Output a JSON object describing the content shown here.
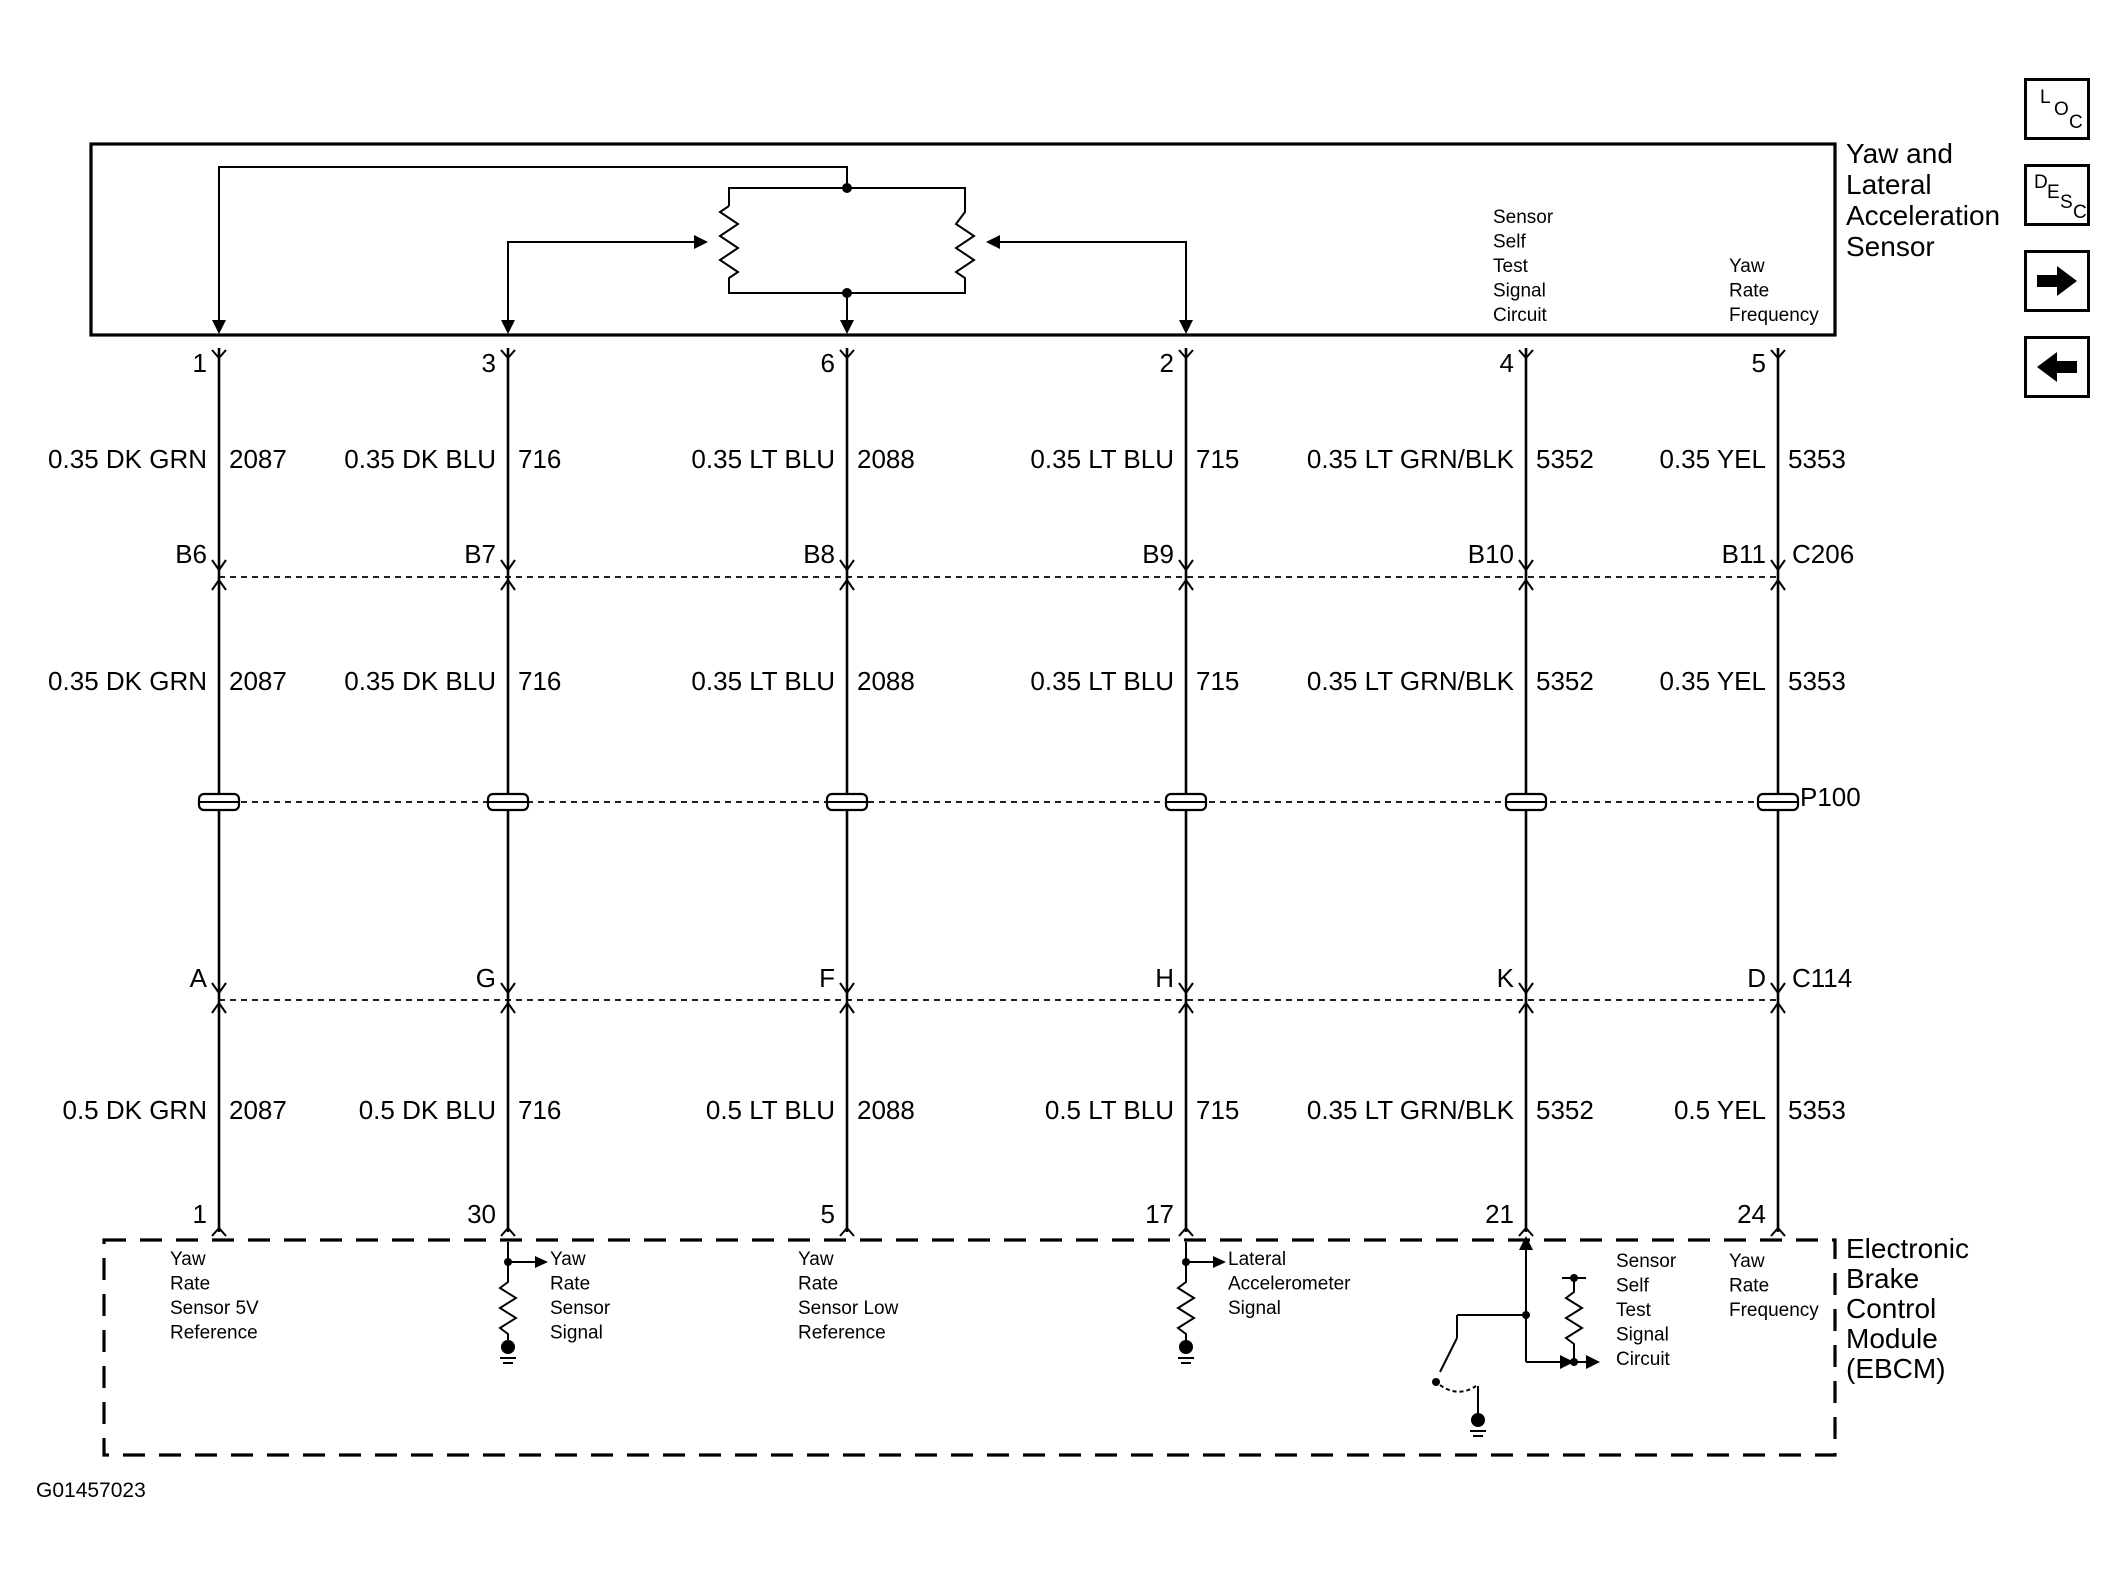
{
  "sensor": {
    "name_lines": [
      "Yaw and",
      "Lateral",
      "Acceleration",
      "Sensor"
    ],
    "self_test_lines": [
      "Sensor",
      "Self",
      "Test",
      "Signal",
      "Circuit"
    ],
    "yaw_freq_lines": [
      "Yaw",
      "Rate",
      "Frequency"
    ]
  },
  "module": {
    "name_lines": [
      "Electronic",
      "Brake",
      "Control",
      "Module",
      "(EBCM)"
    ],
    "labels": [
      [
        "Yaw",
        "Rate",
        "Sensor 5V",
        "Reference"
      ],
      [
        "Yaw",
        "Rate",
        "Sensor",
        "Signal"
      ],
      [
        "Yaw",
        "Rate",
        "Sensor Low",
        "Reference"
      ],
      [
        "Lateral",
        "Accelerometer",
        "Signal"
      ],
      [
        "Sensor",
        "Self",
        "Test",
        "Signal",
        "Circuit"
      ],
      [
        "Yaw",
        "Rate",
        "Frequency"
      ]
    ]
  },
  "circuits": [
    {
      "sensor_pin": "1",
      "seg1": "0.35 DK GRN",
      "c206_pin": "B6",
      "seg2": "0.35 DK GRN",
      "c114_pin": "A",
      "seg3": "0.5 DK GRN",
      "circuit": "2087",
      "ebcm_pin": "1"
    },
    {
      "sensor_pin": "3",
      "seg1": "0.35 DK BLU",
      "c206_pin": "B7",
      "seg2": "0.35 DK BLU",
      "c114_pin": "G",
      "seg3": "0.5 DK BLU",
      "circuit": "716",
      "ebcm_pin": "30"
    },
    {
      "sensor_pin": "6",
      "seg1": "0.35 LT BLU",
      "c206_pin": "B8",
      "seg2": "0.35 LT BLU",
      "c114_pin": "F",
      "seg3": "0.5 LT BLU",
      "circuit": "2088",
      "ebcm_pin": "5"
    },
    {
      "sensor_pin": "2",
      "seg1": "0.35 LT BLU",
      "c206_pin": "B9",
      "seg2": "0.35 LT BLU",
      "c114_pin": "H",
      "seg3": "0.5 LT BLU",
      "circuit": "715",
      "ebcm_pin": "17"
    },
    {
      "sensor_pin": "4",
      "seg1": "0.35 LT GRN/BLK",
      "c206_pin": "B10",
      "seg2": "0.35 LT GRN/BLK",
      "c114_pin": "K",
      "seg3": "0.35 LT GRN/BLK",
      "circuit": "5352",
      "ebcm_pin": "21"
    },
    {
      "sensor_pin": "5",
      "seg1": "0.35 YEL",
      "c206_pin": "B11",
      "seg2": "0.35 YEL",
      "c114_pin": "D",
      "seg3": "0.5 YEL",
      "circuit": "5353",
      "ebcm_pin": "24"
    }
  ],
  "connectors": {
    "c206": "C206",
    "p100": "P100",
    "c114": "C114"
  },
  "figure_id": "G01457023",
  "nav": {
    "loc": [
      "L",
      "O",
      "C"
    ],
    "desc": [
      "D",
      "E",
      "S",
      "C"
    ],
    "next_icon": "right-arrow-icon",
    "prev_icon": "left-arrow-icon"
  }
}
